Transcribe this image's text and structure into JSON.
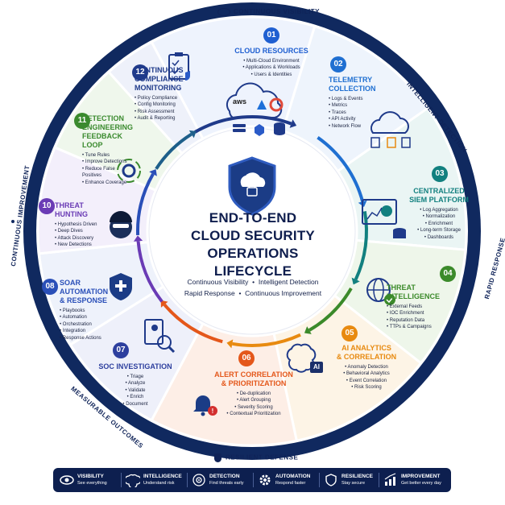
{
  "title": "END-TO-END CLOUD SECURITY OPERATIONS LIFECYCLE",
  "title_lines": [
    "END-TO-END",
    "CLOUD SECURITY",
    "OPERATIONS LIFECYCLE"
  ],
  "tagline": {
    "line1": [
      "Continuous Visibility",
      "Intelligent Detection"
    ],
    "line2": [
      "Rapid Response",
      "Continuous Improvement"
    ]
  },
  "ring_labels": {
    "top": "CONTINUOUS VISIBILITY",
    "top_right": "INTELLIGENT DETECTION",
    "right": "RAPID RESPONSE",
    "bottom": "RESILIENT DEFENSE",
    "bottom_left": "MEASURABLE OUTCOMES",
    "left": "CONTINUOUS IMPROVEMENT"
  },
  "stages": [
    {
      "num": "01",
      "title": [
        "CLOUD RESOURCES"
      ],
      "items": [
        "Multi-Cloud Environment",
        "Applications & Workloads",
        "Users & Identities"
      ],
      "color": "#1f5fd1",
      "icon": "cloud-providers-icon"
    },
    {
      "num": "02",
      "title": [
        "TELEMETRY",
        "COLLECTION"
      ],
      "items": [
        "Logs & Events",
        "Metrics",
        "Traces",
        "API Activity",
        "Network Flow"
      ],
      "color": "#1f6fd1",
      "icon": "cloud-telemetry-icon"
    },
    {
      "num": "03",
      "title": [
        "CENTRALIZED",
        "SIEM PLATFORM"
      ],
      "items": [
        "Log Aggregation",
        "Normalization",
        "Enrichment",
        "Long-term Storage",
        "Dashboards"
      ],
      "color": "#12807f",
      "icon": "siem-dashboard-icon"
    },
    {
      "num": "04",
      "title": [
        "THREAT",
        "INTELLIGENCE"
      ],
      "items": [
        "External Feeds",
        "IOC Enrichment",
        "Reputation Data",
        "TTPs & Campaigns"
      ],
      "color": "#3b8a2a",
      "icon": "globe-check-icon"
    },
    {
      "num": "05",
      "title": [
        "AI ANALYTICS",
        "& CORRELATION"
      ],
      "items": [
        "Anomaly Detection",
        "Behavioral Analytics",
        "Event Correlation",
        "Risk Scoring"
      ],
      "color": "#e88a10",
      "icon": "ai-brain-icon"
    },
    {
      "num": "06",
      "title": [
        "ALERT CORRELATION",
        "& PRIORITIZATION"
      ],
      "items": [
        "De-duplication",
        "Alert Grouping",
        "Severity Scoring",
        "Contextual Prioritization"
      ],
      "color": "#e4571a",
      "icon": "alert-bell-icon"
    },
    {
      "num": "07",
      "title": [
        "SOC INVESTIGATION"
      ],
      "items": [
        "Triage",
        "Analyze",
        "Validate",
        "Enrich",
        "Document"
      ],
      "color": "#2d3f9e",
      "icon": "investigation-icon"
    },
    {
      "num": "08",
      "title": [
        "SOAR AUTOMATION",
        "& RESPONSE"
      ],
      "items": [
        "Playbooks",
        "Automation",
        "Orchestration",
        "Integration",
        "Response Actions"
      ],
      "color": "#2a4fb8",
      "icon": "shield-plus-icon"
    },
    {
      "num": "10",
      "title": [
        "THREAT HUNTING"
      ],
      "items": [
        "Hypothesis Driven",
        "Deep Dives",
        "Attack Discovery",
        "New Detections"
      ],
      "color": "#6a3bb5",
      "icon": "hacker-icon"
    },
    {
      "num": "11",
      "title": [
        "DETECTION",
        "ENGINEERING",
        "FEEDBACK LOOP"
      ],
      "items": [
        "Tune Rules",
        "Improve Detections",
        "Reduce False Positives",
        "Enhance Coverage"
      ],
      "color": "#3a8a2e",
      "icon": "gear-cycle-icon"
    },
    {
      "num": "12",
      "title": [
        "CONTINUOUS COMPLIANCE",
        "MONITORING"
      ],
      "items": [
        "Policy Compliance",
        "Config Monitoring",
        "Risk Assessment",
        "Audit & Reporting"
      ],
      "color": "#1f3a8a",
      "icon": "clipboard-check-icon"
    }
  ],
  "provider_labels": {
    "aws": "aws"
  },
  "ai_badge": "AI",
  "bottom_bar": [
    {
      "title": "VISIBILITY",
      "sub": "See everything",
      "icon": "eye-icon"
    },
    {
      "title": "INTELLIGENCE",
      "sub": "Understand risk",
      "icon": "brain-icon"
    },
    {
      "title": "DETECTION",
      "sub": "Find threats early",
      "icon": "target-icon"
    },
    {
      "title": "AUTOMATION",
      "sub": "Respond faster",
      "icon": "gear-icon"
    },
    {
      "title": "RESILIENCE",
      "sub": "Stay secure",
      "icon": "shield-icon"
    },
    {
      "title": "IMPROVEMENT",
      "sub": "Get better every day",
      "icon": "chart-up-icon"
    }
  ]
}
